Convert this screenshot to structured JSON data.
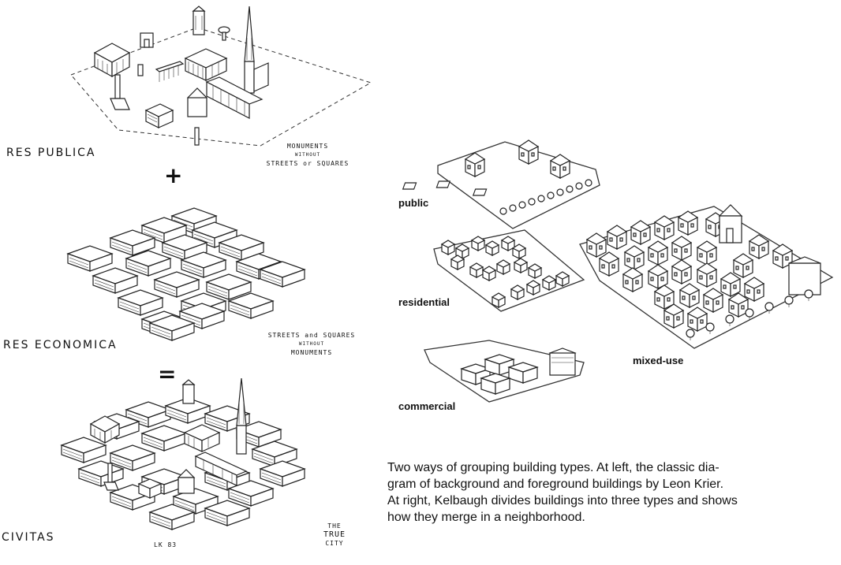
{
  "krier": {
    "res_publica": "RES PUBLICA",
    "note_publica": [
      "MONUMENTS",
      "WITHOUT",
      "STREETS or SQUARES"
    ],
    "plus": "+",
    "res_economica": "RES ECONOMICA",
    "note_economica": [
      "STREETS and SQUARES",
      "WITHOUT",
      "MONUMENTS"
    ],
    "equals": "=",
    "civitas": "CIVITAS",
    "signature": "LK 83",
    "true_city": [
      "THE",
      "TRUE",
      "CITY"
    ]
  },
  "kelbaugh": {
    "public": "public",
    "residential": "residential",
    "commercial": "commercial",
    "mixed_use": "mixed-use"
  },
  "caption": [
    "Two ways of grouping building types. At left, the classic dia-",
    "gram of background and foreground buildings by Leon Krier.",
    "At right, Kelbaugh divides buildings into three types and shows",
    "how they merge in a neighborhood."
  ]
}
